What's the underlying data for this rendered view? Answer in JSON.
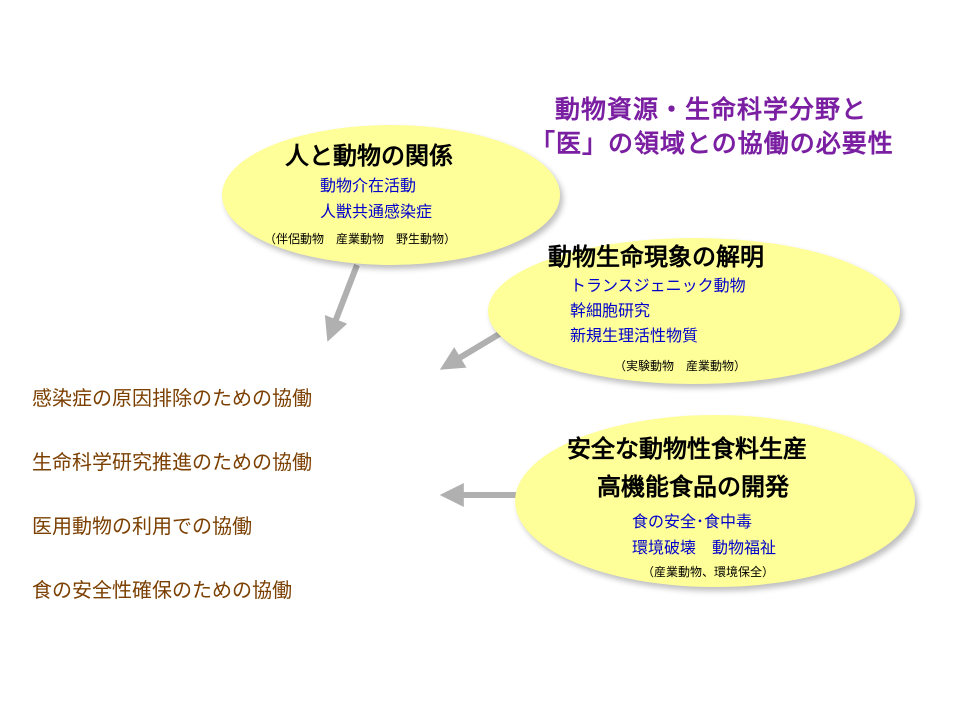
{
  "title": {
    "line1": "動物資源・生命科学分野と",
    "line2": "「医」の領域との協働の必要性"
  },
  "bubble1": {
    "heading": "人と動物の関係",
    "items": [
      "動物介在活動",
      "人獣共通感染症"
    ],
    "note": "（伴侶動物　産業動物　野生動物）"
  },
  "bubble2": {
    "heading": "動物生命現象の解明",
    "items": [
      "トランスジェニック動物",
      "幹細胞研究",
      "新規生理活性物質"
    ],
    "note": "（実験動物　産業動物）"
  },
  "bubble3": {
    "heading1": "安全な動物性食料生産",
    "heading2": "高機能食品の開発",
    "items": [
      "食の安全･食中毒",
      "環境破壊　動物福祉"
    ],
    "note": "（産業動物、環境保全）"
  },
  "outcomes": [
    "感染症の原因排除のための協働",
    "生命科学研究推進のための協働",
    "医用動物の利用での協働",
    "食の安全性確保のための協働"
  ],
  "colors": {
    "title": "#7B1FA2",
    "ellipse_fill": "#FFFF99",
    "item_text": "#0000CC",
    "outcome_text": "#7B3F00",
    "arrow": "#B0B0B0"
  }
}
